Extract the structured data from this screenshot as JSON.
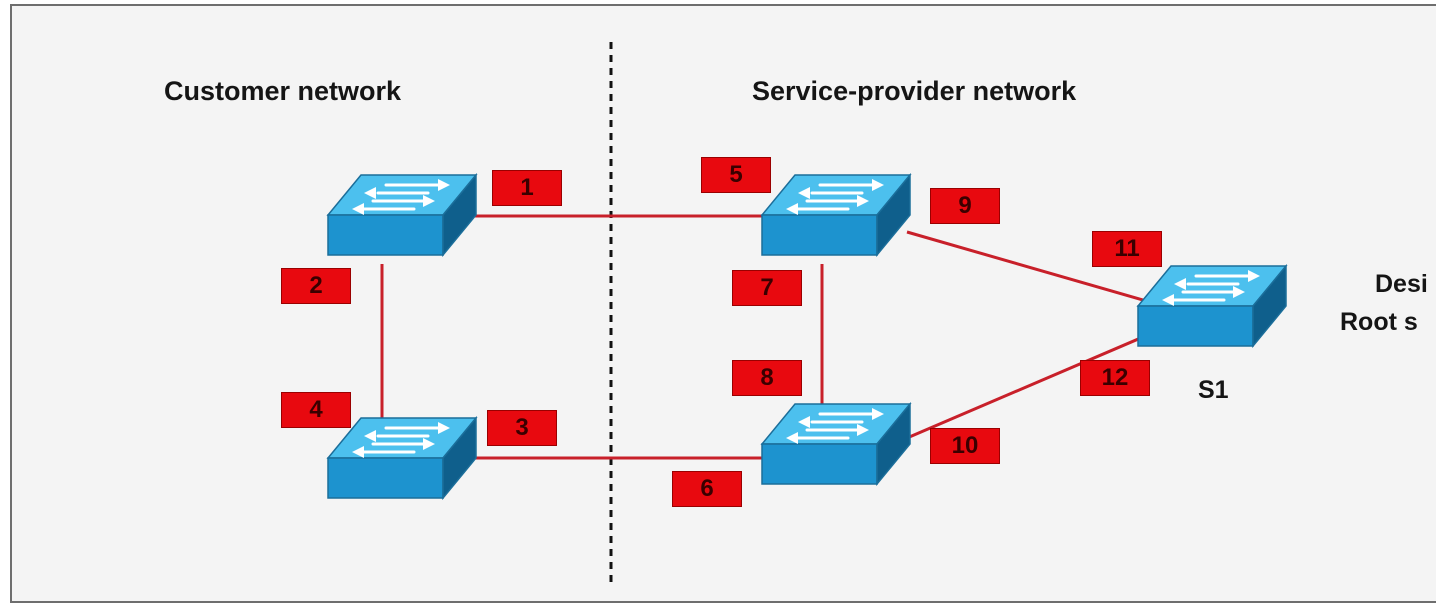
{
  "diagram": {
    "customer_title": "Customer network",
    "provider_title": "Service-provider network",
    "switch_label": "S1",
    "right_label_line1": "Desi",
    "right_label_line2": "Root s",
    "ports": [
      "1",
      "2",
      "3",
      "4",
      "5",
      "6",
      "7",
      "8",
      "9",
      "10",
      "11",
      "12"
    ],
    "colors": {
      "link": "#c8202a",
      "port_fill": "#e8090f",
      "switch_top": "#3fb8e8",
      "switch_front": "#1a8fc9",
      "switch_side": "#0d5f8d"
    }
  }
}
